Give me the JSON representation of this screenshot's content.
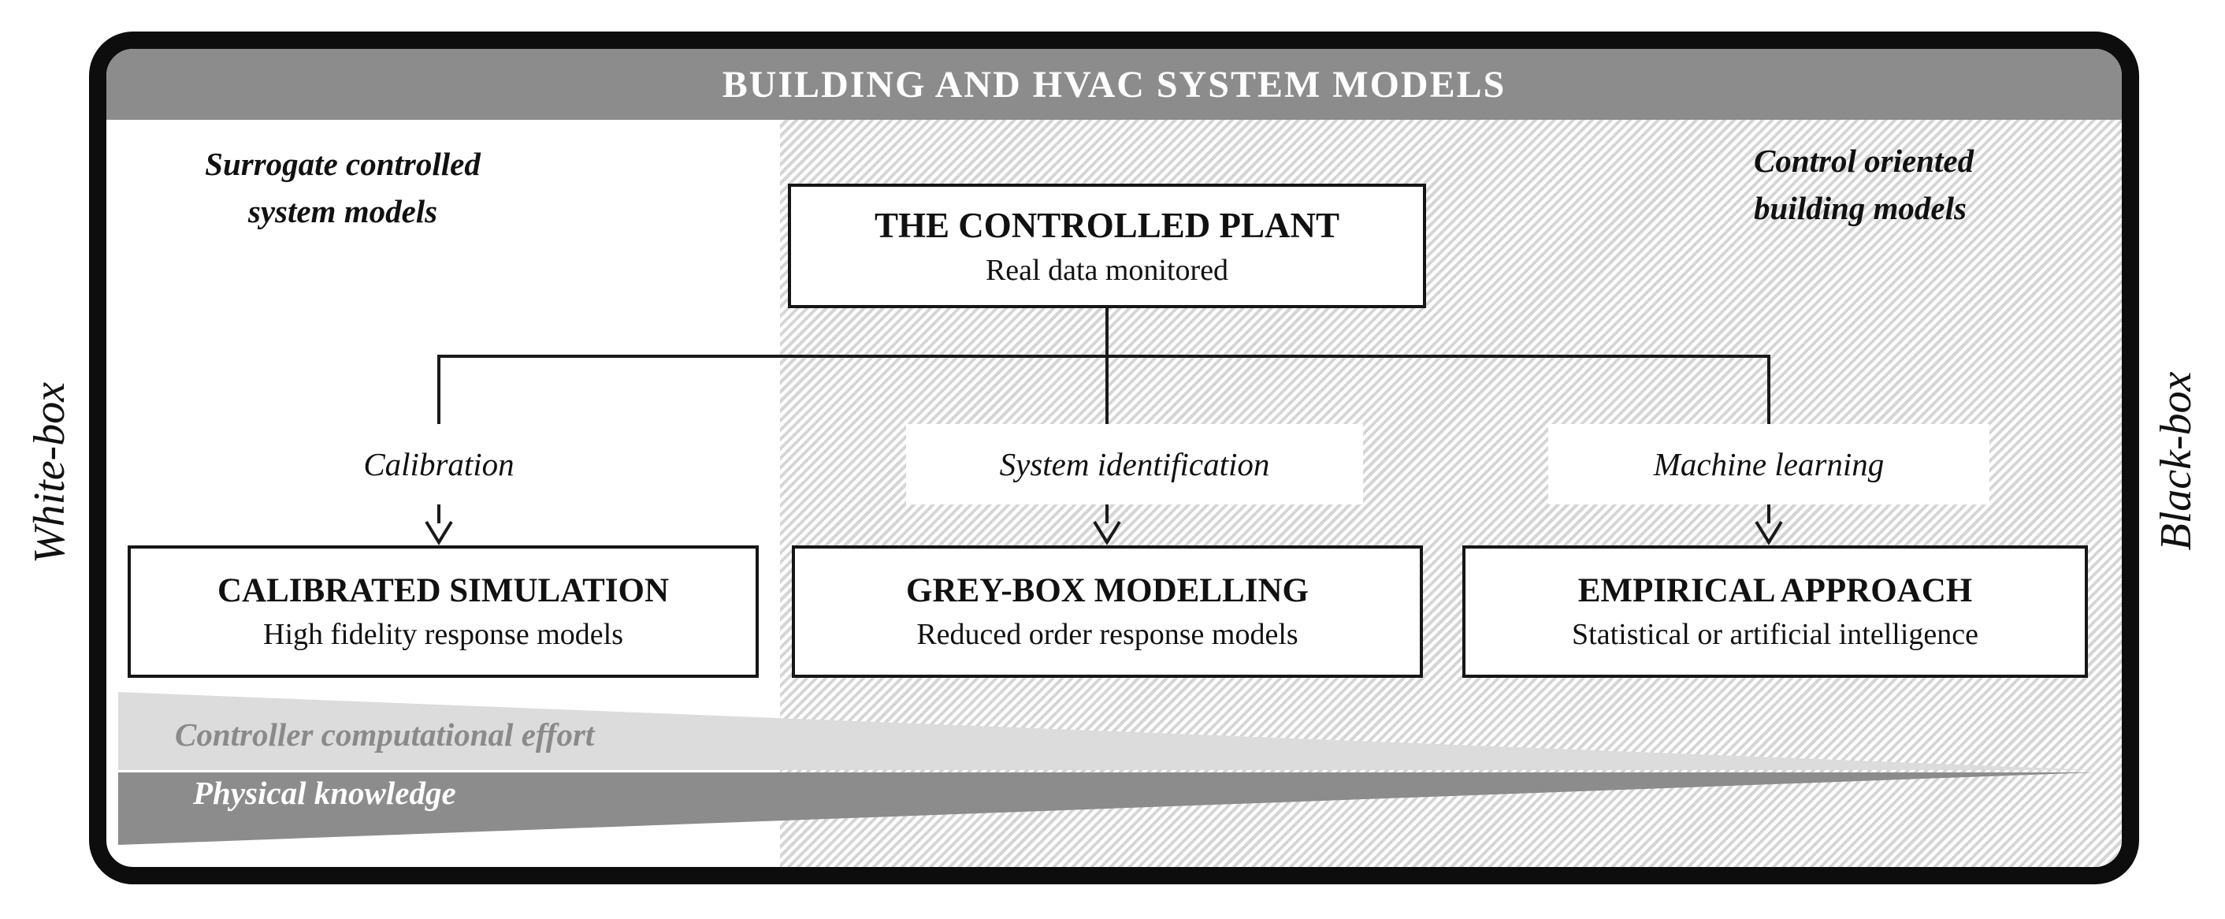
{
  "title_bar": {
    "text": "BUILDING AND HVAC SYSTEM MODELS",
    "background": "#8c8c8c",
    "text_color": "#ffffff"
  },
  "side_labels": {
    "left": "White-box",
    "right": "Black-box"
  },
  "region_labels": {
    "top_left": {
      "line1": "Surrogate controlled",
      "line2": "system models"
    },
    "top_right": {
      "line1": "Control oriented",
      "line2": "building models"
    }
  },
  "plant_box": {
    "title": "THE CONTROLLED PLANT",
    "subtitle": "Real data monitored"
  },
  "branches": [
    {
      "method_label": "Calibration",
      "box_title": "CALIBRATED SIMULATION",
      "box_subtitle": "High fidelity response models"
    },
    {
      "method_label": "System identification",
      "box_title": "GREY-BOX MODELLING",
      "box_subtitle": "Reduced order response models"
    },
    {
      "method_label": "Machine learning",
      "box_title": "EMPIRICAL APPROACH",
      "box_subtitle": "Statistical or artificial intelligence"
    }
  ],
  "gradient_bars": {
    "computational_effort": {
      "text": "Controller computational effort",
      "fill": "#dcdcdc",
      "text_color": "#8a8a8a"
    },
    "physical_knowledge": {
      "text": "Physical knowledge",
      "fill": "#8c8c8c",
      "text_color": "#ffffff"
    }
  },
  "styles": {
    "hatch_stripe_color": "#d5d5d5",
    "line_color": "#1a1a1a",
    "frame_border_color": "#0d0d0d"
  }
}
